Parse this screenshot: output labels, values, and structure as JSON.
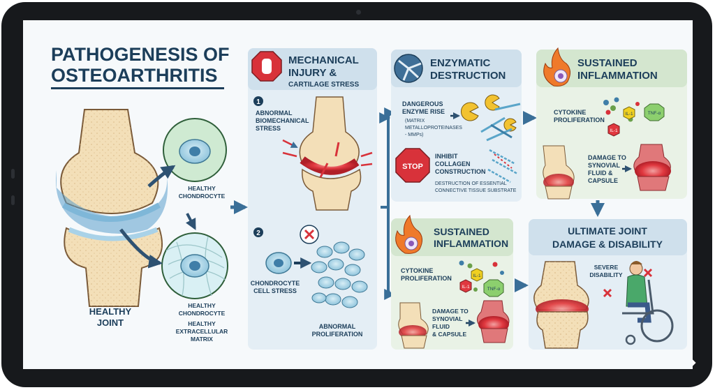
{
  "title": {
    "line1": "PATHOGENESIS OF",
    "line2": "OSTEOARTHRITIS"
  },
  "left": {
    "joint_label": {
      "line1": "HEALTHY",
      "line2": "JOINT"
    },
    "chondrocyte_label": {
      "line1": "HEALTHY",
      "line2": "CHONDROCYTE"
    },
    "matrix_label": {
      "line1": "HEALTHY",
      "line2": "CHONDROCYTE",
      "line3": "HEALTHY",
      "line4": "EXTRACELLULAR",
      "line5": "MATRIX"
    }
  },
  "mechanical": {
    "title": {
      "line1": "MECHANICAL",
      "line2": "INJURY &",
      "line3": "CARTILAGE STRESS"
    },
    "step1": {
      "number": "1",
      "line1": "ABNORMAL",
      "line2": "BIOMECHANICAL",
      "line3": "STRESS"
    },
    "step2": {
      "number": "2",
      "line1": "CHONDROCYTE",
      "line2": "CELL STRESS",
      "prolif1": "ABNORMAL",
      "prolif2": "PROLIFERATION"
    }
  },
  "enzymatic": {
    "title": {
      "line1": "ENZYMATIC",
      "line2": "DESTRUCTION"
    },
    "enzyme": {
      "line1": "DANGEROUS",
      "line2": "ENZYME RISE",
      "line3": "(MATRIX",
      "line4": "METALLOPROTEINASES",
      "line5": "- MMPs)"
    },
    "stop_sign": "STOP",
    "inhibit": {
      "line1": "INHIBIT",
      "line2": "COLLAGEN",
      "line3": "CONSTRUCTION",
      "line4": "DESTRUCTION OF ESSENTIAL",
      "line5": "CONNECTIVE TISSUE SUBSTRATE"
    }
  },
  "inflammation_top": {
    "title": {
      "line1": "SUSTAINED",
      "line2": "INFLAMMATION"
    },
    "cytokine": {
      "line1": "CYTOKINE",
      "line2": "PROLIFERATION"
    },
    "tags": {
      "tnf": "TNF-α",
      "il1a": "IL-1",
      "il1b": "IL-1"
    },
    "damage": {
      "line1": "DAMAGE TO",
      "line2": "SYNOVIAL",
      "line3": "FLUID &",
      "line4": "CAPSULE"
    }
  },
  "inflammation_bottom": {
    "title": {
      "line1": "SUSTAINED",
      "line2": "INFLAMMATION"
    },
    "cytokine": {
      "line1": "CYTOKINE",
      "line2": "PROLIFERATION"
    },
    "tags": {
      "il1a": "IL-1",
      "il1b": "IL-1",
      "tnf": "TNF-α"
    },
    "damage": {
      "line1": "DAMAGE TO",
      "line2": "SYNOVIAL",
      "line3": "FLUID",
      "line4": "& CAPSULE"
    }
  },
  "ultimate": {
    "title": {
      "line1": "ULTIMATE JOINT",
      "line2": "DAMAGE & DISABILITY"
    },
    "disability": {
      "line1": "SEVERE",
      "line2": "DISABILITY"
    }
  },
  "colors": {
    "navy": "#1c3e5a",
    "panel_blue": "#e4eef5",
    "panel_green": "#e9f2e6",
    "header_blue": "#cfe0ec",
    "header_green": "#d4e6cf",
    "arrow": "#3a6f98",
    "inflamed": "#d8323a"
  }
}
